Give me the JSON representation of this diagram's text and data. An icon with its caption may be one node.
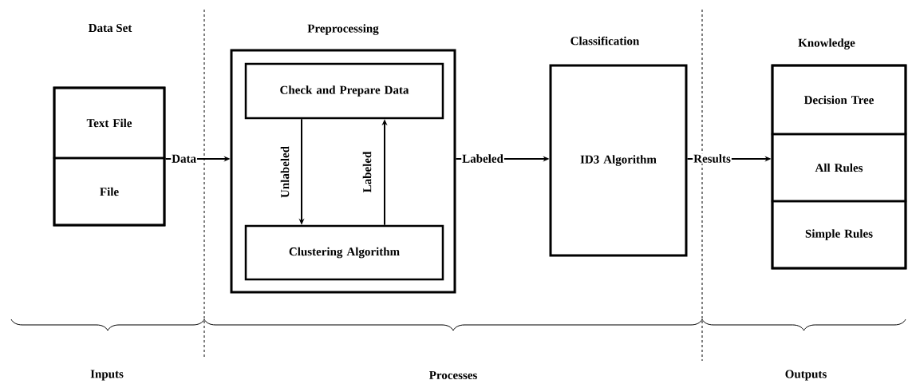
{
  "diagram": {
    "nodes": [
      {
        "text": [
          "Data Set"
        ]
      },
      {
        "text": [
          "Text File"
        ],
        "in": 0
      },
      {
        "text": [
          "File"
        ],
        "in": 0
      },
      {
        "text": [
          "Preprocessing"
        ]
      },
      {
        "text": [
          "Check and Prepare Data"
        ],
        "in": 3
      },
      {
        "text": [
          "Clustering Algorithm"
        ],
        "in": 3
      },
      {
        "text": [
          "Classification",
          "ID3 Algorithm"
        ]
      },
      {
        "text": [
          "Knowledge"
        ]
      },
      {
        "text": [
          "Decision Tree"
        ],
        "in": 7
      },
      {
        "text": [
          "All Rules"
        ],
        "in": 7
      },
      {
        "text": [
          "Simple Rules"
        ],
        "in": 7
      }
    ],
    "edges": [
      {
        "from": 0,
        "to": 3,
        "arrow": "to",
        "label": "Data"
      },
      {
        "from": 4,
        "to": 5,
        "arrow": "to",
        "label": "Unlabeled"
      },
      {
        "from": 5,
        "to": 4,
        "arrow": "to",
        "label": "Labeled"
      },
      {
        "from": 3,
        "to": 6,
        "arrow": "to",
        "label": "Labeled"
      },
      {
        "from": 6,
        "to": 7,
        "arrow": "to",
        "label": "Results"
      }
    ],
    "labels": [
      "Inputs",
      "Processes",
      "Outputs"
    ]
  }
}
